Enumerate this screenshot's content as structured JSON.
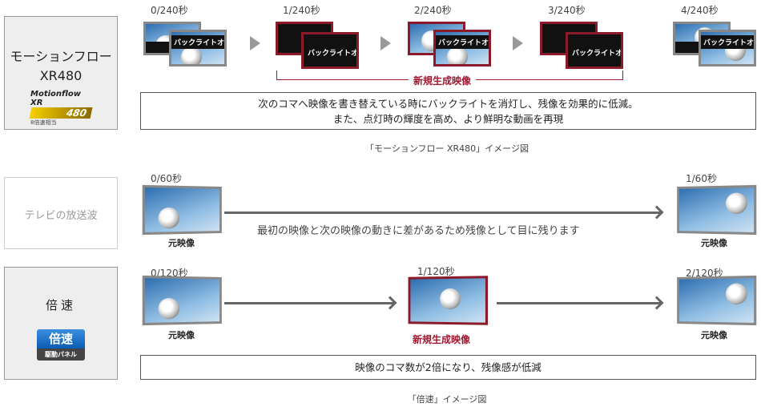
{
  "row1": {
    "title_line1": "モーションフロー",
    "title_line2": "XR480",
    "logo_text": "Motionflow XR",
    "logo_number": "480",
    "logo_sub": "8倍速相当",
    "times": [
      "0/240秒",
      "1/240秒",
      "2/240秒",
      "3/240秒",
      "4/240秒"
    ],
    "backlight_off": "バックライトオフ",
    "generated_label": "新規生成映像",
    "description_line1": "次のコマへ映像を書き替えている時にバックライトを消灯し、残像を効果的に低減。",
    "description_line2": "また、点灯時の輝度を高め、より鮮明な動画を再現",
    "caption": "「モーションフロー XR480」イメージ図"
  },
  "row2": {
    "title": "テレビの放送波",
    "times": [
      "0/60秒",
      "1/60秒"
    ],
    "frame_label": "元映像",
    "arrow_text": "最初の映像と次の映像の動きに差があるため残像として目に残ります"
  },
  "row3": {
    "title": "倍速",
    "badge_main": "倍速",
    "badge_sub": "駆動パネル",
    "times": [
      "0/120秒",
      "1/120秒",
      "2/120秒"
    ],
    "frame_label": "元映像",
    "generated_label": "新規生成映像",
    "description": "映像のコマ数が2倍になり、残像感が低減",
    "caption": "「倍速」イメージ図"
  },
  "colors": {
    "accent_red": "#a01830",
    "badge_blue": "#1a6fc0"
  }
}
